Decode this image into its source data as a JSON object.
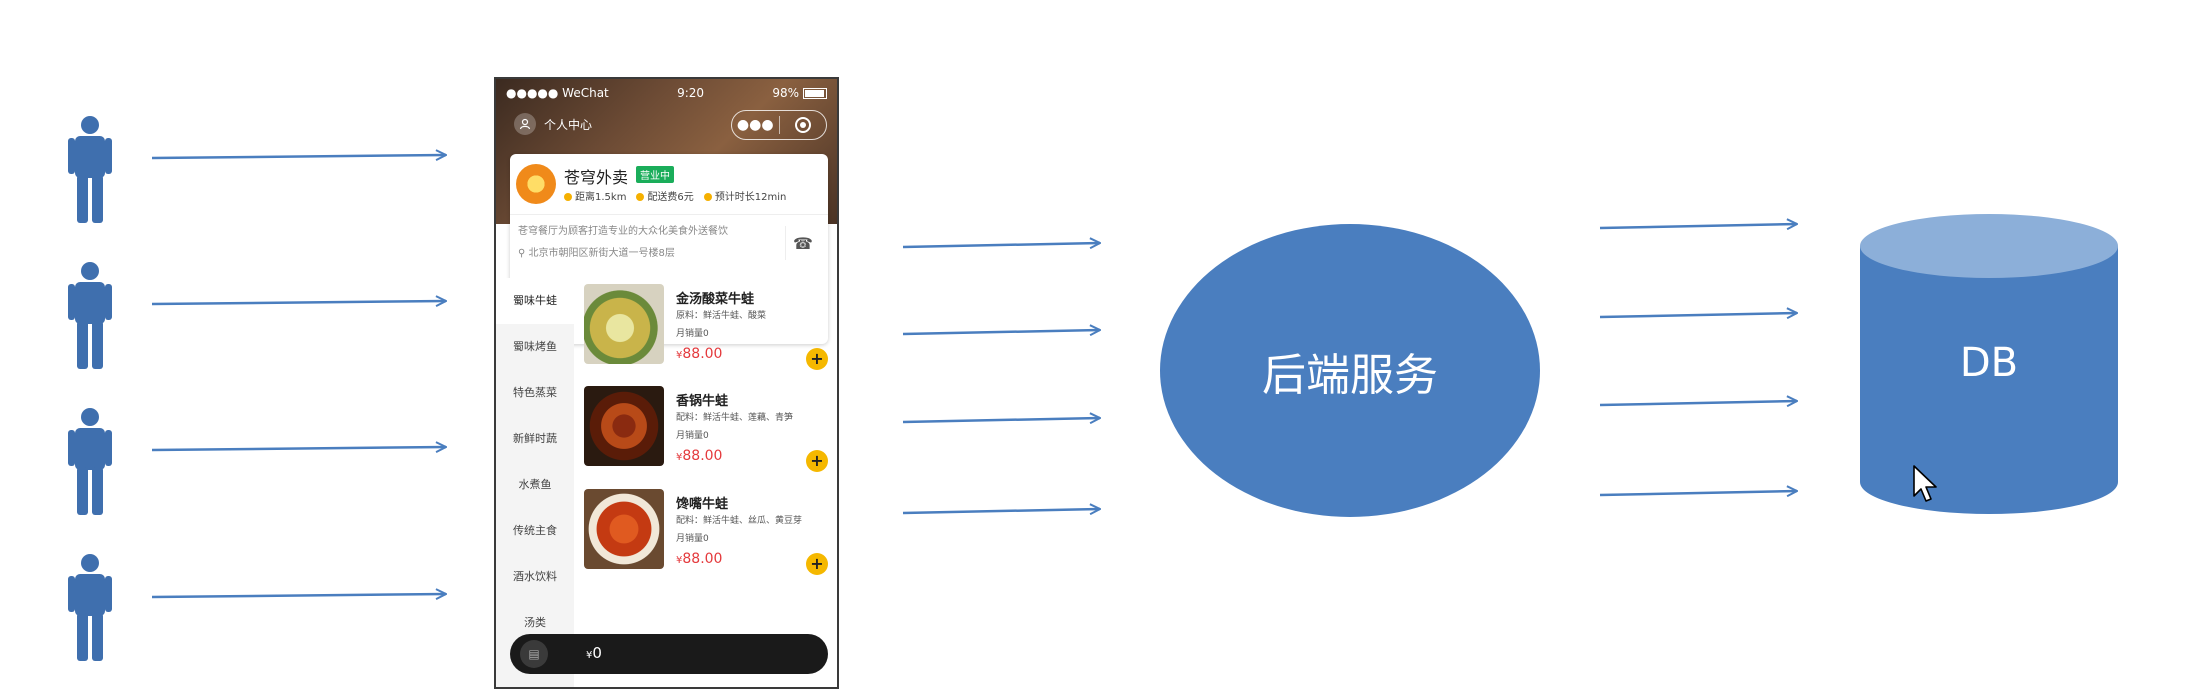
{
  "colors": {
    "accent": "#4a7ebf",
    "arrow": "#4a7ebf",
    "person": "#3f6fae",
    "db_top": "#8cafd9"
  },
  "phone": {
    "status": {
      "carrier": "●●●●● WeChat",
      "time": "9:20",
      "battery": "98%"
    },
    "personal_center": "个人中心",
    "shop": {
      "name": "苍穹外卖",
      "badge": "营业中",
      "distance": "距离1.5km",
      "delivery_fee": "配送费6元",
      "eta": "预计时长12min",
      "description": "苍穹餐厅为顾客打造专业的大众化美食外送餐饮",
      "address": "北京市朝阳区新街大道一号楼8层"
    },
    "categories": [
      "蜀味牛蛙",
      "蜀味烤鱼",
      "特色蒸菜",
      "新鲜时蔬",
      "水煮鱼",
      "传统主食",
      "酒水饮料",
      "汤类"
    ],
    "dishes": [
      {
        "name": "金汤酸菜牛蛙",
        "ingredients": "原料：鲜活牛蛙、酸菜",
        "sales": "月销量0",
        "currency": "¥",
        "price": "88.00"
      },
      {
        "name": "香锅牛蛙",
        "ingredients": "配料：鲜活牛蛙、莲藕、青笋",
        "sales": "月销量0",
        "currency": "¥",
        "price": "88.00"
      },
      {
        "name": "馋嘴牛蛙",
        "ingredients": "配料：鲜活牛蛙、丝瓜、黄豆芽",
        "sales": "月销量0",
        "currency": "¥",
        "price": "88.00"
      }
    ],
    "cart": {
      "currency": "¥",
      "total": "0"
    }
  },
  "backend_label": "后端服务",
  "db_label": "DB"
}
